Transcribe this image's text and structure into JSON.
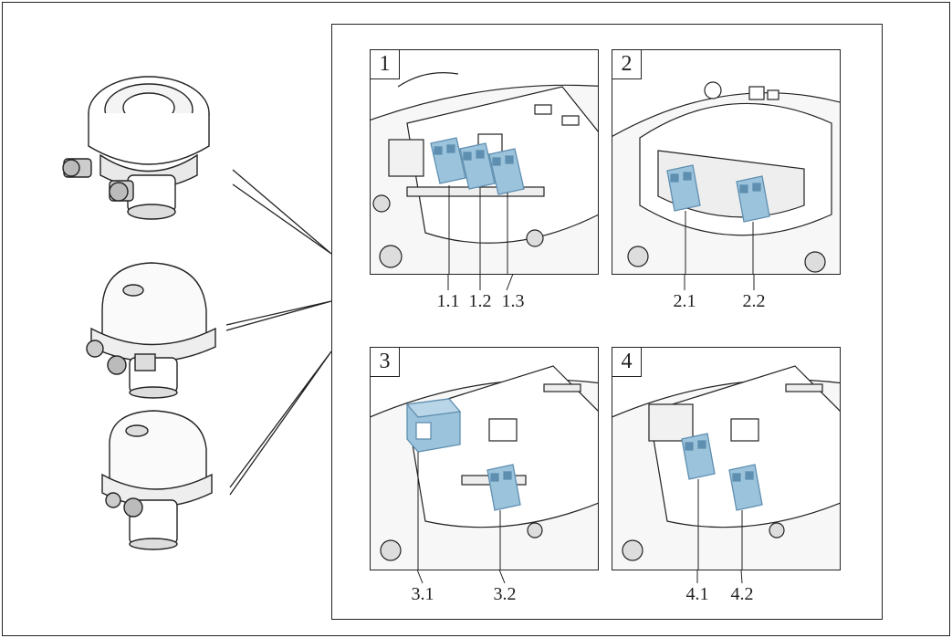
{
  "panels": [
    {
      "number": "1",
      "callouts": [
        "1.1",
        "1.2",
        "1.3"
      ]
    },
    {
      "number": "2",
      "callouts": [
        "2.1",
        "2.2"
      ]
    },
    {
      "number": "3",
      "callouts": [
        "3.1",
        "3.2"
      ]
    },
    {
      "number": "4",
      "callouts": [
        "4.1",
        "4.2"
      ]
    }
  ],
  "colors": {
    "terminal_blue": "#9cc3dc",
    "terminal_blue_dark": "#5f8fb0",
    "line": "#222222"
  }
}
